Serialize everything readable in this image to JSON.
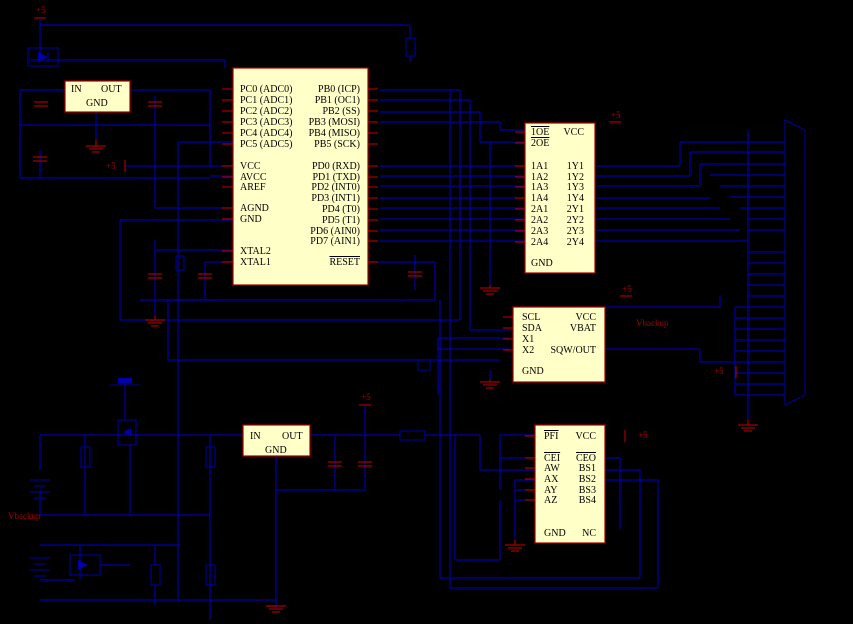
{
  "power": {
    "plus5": "+5",
    "vbackup": "Vbackup"
  },
  "reg1": {
    "in": "IN",
    "out": "OUT",
    "gnd": "GND"
  },
  "reg2": {
    "in": "IN",
    "out": "OUT",
    "gnd": "GND"
  },
  "mcu": {
    "left": [
      "PC0 (ADC0)",
      "PC1 (ADC1)",
      "PC2 (ADC2)",
      "PC3 (ADC3)",
      "PC4 (ADC4)",
      "PC5 (ADC5)",
      "VCC",
      "AVCC",
      "AREF",
      "AGND",
      "GND",
      "XTAL2",
      "XTAL1"
    ],
    "right": [
      "PB0 (ICP)",
      "PB1 (OC1)",
      "PB2 (SS)",
      "PB3 (MOSI)",
      "PB4 (MISO)",
      "PB5 (SCK)",
      "PD0 (RXD)",
      "PD1 (TXD)",
      "PD2 (INT0)",
      "PD3 (INT1)",
      "PD4 (T0)",
      "PD5 (T1)",
      "PD6 (AIN0)",
      "PD7 (AIN1)",
      "RESET"
    ]
  },
  "buffer": {
    "left": [
      "1OE",
      "2OE",
      "1A1",
      "1A2",
      "1A3",
      "1A4",
      "2A1",
      "2A2",
      "2A3",
      "2A4",
      "GND"
    ],
    "right": [
      "VCC",
      "1Y1",
      "1Y2",
      "1Y3",
      "1Y4",
      "2Y1",
      "2Y2",
      "2Y3",
      "2Y4"
    ]
  },
  "rtc": {
    "left": [
      "SCL",
      "SDA",
      "X1",
      "X2",
      "GND"
    ],
    "right": [
      "VCC",
      "VBAT",
      "SQW/OUT"
    ]
  },
  "supervisor": {
    "left": [
      "PFI",
      "CEI",
      "AW",
      "AX",
      "AY",
      "AZ",
      "GND"
    ],
    "right": [
      "VCC",
      "CEO",
      "BS1",
      "BS2",
      "BS3",
      "BS4",
      "NC"
    ]
  }
}
